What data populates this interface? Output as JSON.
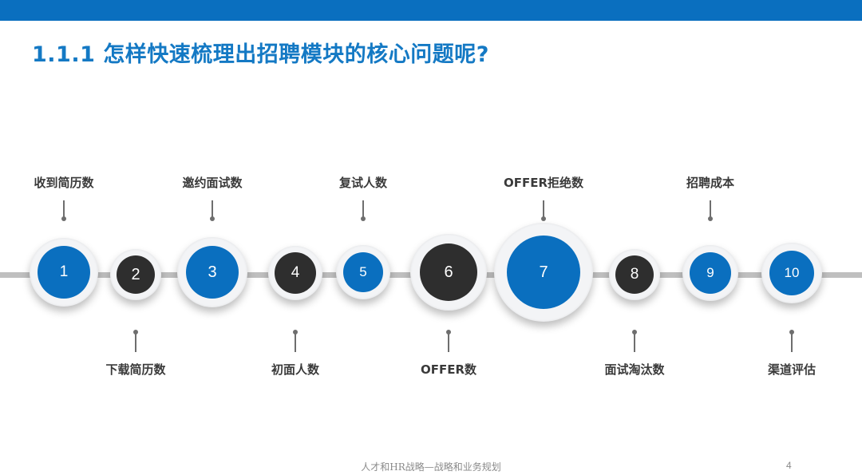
{
  "slide": {
    "title": "1.1.1 怎样快速梳理出招聘模块的核心问题呢?",
    "footer": "人才和HR战略—战略和业务规划",
    "page_number": "4",
    "colors": {
      "accent": "#0a6fbf",
      "dark_node": "#2e2e2e",
      "title": "#1479c4",
      "timeline": "#bfbfbf"
    }
  },
  "steps": [
    {
      "number": "1",
      "label": "收到简历数",
      "color": "blue"
    },
    {
      "number": "2",
      "label": "下载简历数",
      "color": "dark"
    },
    {
      "number": "3",
      "label": "邀约面试数",
      "color": "blue"
    },
    {
      "number": "4",
      "label": "初面人数",
      "color": "dark"
    },
    {
      "number": "5",
      "label": "复试人数",
      "color": "blue"
    },
    {
      "number": "6",
      "label": "OFFER数",
      "color": "dark"
    },
    {
      "number": "7",
      "label": "OFFER拒绝数",
      "color": "blue"
    },
    {
      "number": "8",
      "label": "面试淘汰数",
      "color": "dark"
    },
    {
      "number": "9",
      "label": "招聘成本",
      "color": "blue"
    },
    {
      "number": "10",
      "label": "渠道评估",
      "color": "blue"
    }
  ]
}
